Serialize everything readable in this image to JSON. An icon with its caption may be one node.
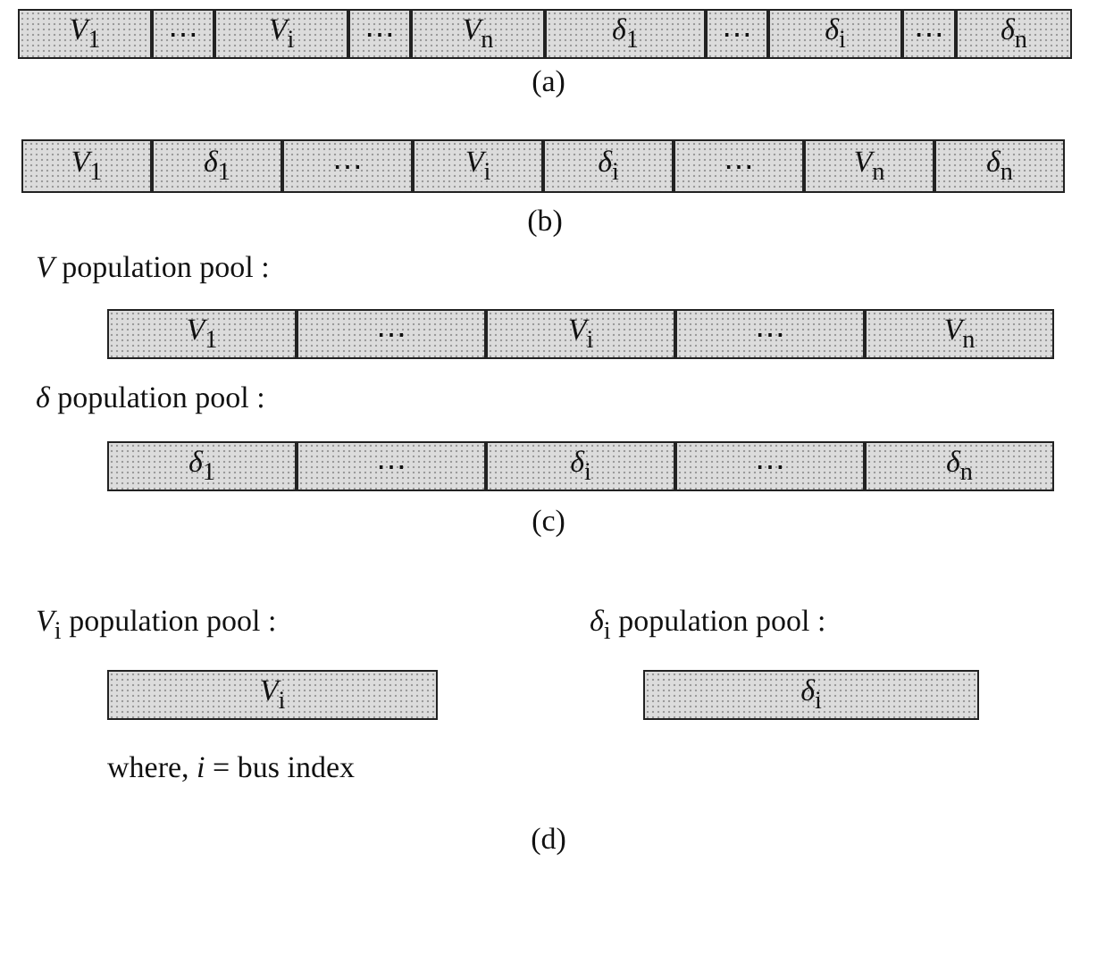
{
  "diagram": {
    "nodes": [
      {
        "text": [
          "*V*$_{1}$"
        ]
      },
      {
        "text": [
          "⋯"
        ]
      },
      {
        "text": [
          "*V*$_{i}$"
        ]
      },
      {
        "text": [
          "⋯"
        ]
      },
      {
        "text": [
          "*V*$_{n}$"
        ]
      },
      {
        "text": [
          "*δ*$_{1}$"
        ]
      },
      {
        "text": [
          "⋯"
        ]
      },
      {
        "text": [
          "*δ*$_{i}$"
        ]
      },
      {
        "text": [
          "⋯"
        ]
      },
      {
        "text": [
          "*δ*$_{n}$"
        ]
      },
      {
        "text": [
          "*V*$_{1}$"
        ]
      },
      {
        "text": [
          "*δ*$_{1}$"
        ]
      },
      {
        "text": [
          "⋯"
        ]
      },
      {
        "text": [
          "*V*$_{i}$"
        ]
      },
      {
        "text": [
          "*δ*$_{i}$"
        ]
      },
      {
        "text": [
          "⋯"
        ]
      },
      {
        "text": [
          "*V*$_{n}$"
        ]
      },
      {
        "text": [
          "*δ*$_{n}$"
        ]
      },
      {
        "text": [
          "*V*$_{1}$"
        ]
      },
      {
        "text": [
          "⋯"
        ]
      },
      {
        "text": [
          "*V*$_{i}$"
        ]
      },
      {
        "text": [
          "⋯"
        ]
      },
      {
        "text": [
          "*V*$_{n}$"
        ]
      },
      {
        "text": [
          "*δ*$_{1}$"
        ]
      },
      {
        "text": [
          "⋯"
        ]
      },
      {
        "text": [
          "*δ*$_{i}$"
        ]
      },
      {
        "text": [
          "⋯"
        ]
      },
      {
        "text": [
          "*δ*$_{n}$"
        ]
      },
      {
        "text": [
          "*V*$_{i}$"
        ]
      },
      {
        "text": [
          "*δ*$_{i}$"
        ]
      }
    ],
    "labels": [
      "(a)",
      "(b)",
      "*V* population pool :",
      "*δ* population pool :",
      "(c)",
      "*V*$_{i}$ population pool :",
      "*δ*$_{i}$ population pool :",
      "where, *i* = bus index",
      "(d)"
    ]
  }
}
